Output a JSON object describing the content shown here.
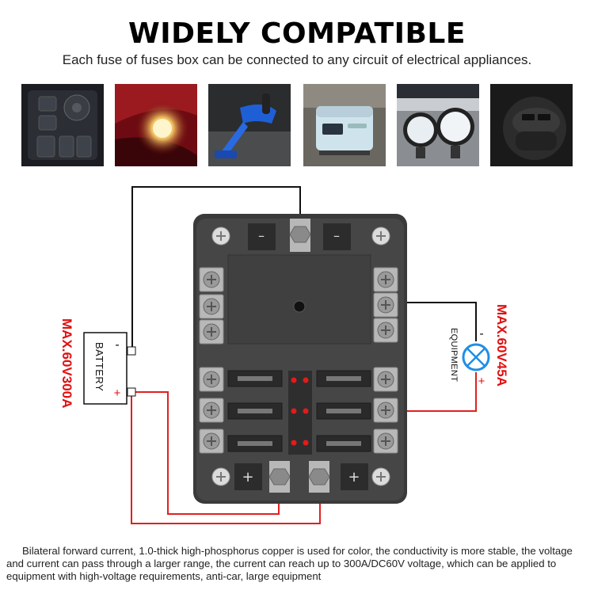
{
  "header": {
    "title": "WIDELY COMPATIBLE",
    "subtitle": "Each fuse of fuses box can be connected to any circuit of electrical appliances."
  },
  "thumbnails": [
    {
      "icon": "dashboard-switch-icon"
    },
    {
      "icon": "headlight-icon"
    },
    {
      "icon": "car-vacuum-icon"
    },
    {
      "icon": "car-fridge-icon"
    },
    {
      "icon": "led-spotlight-icon"
    },
    {
      "icon": "usb-charger-icon"
    }
  ],
  "diagram": {
    "battery": {
      "label": "BATTERY",
      "minus": "-",
      "plus": "+",
      "rating": "MAX.60V300A"
    },
    "equipment": {
      "label": "EQUIPMENT",
      "minus": "-",
      "plus": "+",
      "rating": "MAX.60V45A"
    },
    "colors": {
      "negative_wire": "#111111",
      "positive_wire": "#e02020",
      "rating_text": "#e01010",
      "lamp": "#1e8ee8",
      "box": "#3d3d3d"
    }
  },
  "footer": {
    "text": "Bilateral forward current, 1.0-thick high-phosphorus copper is used for color, the conductivity is more stable, the voltage and current can pass through a larger range, the current can reach up to 300A/DC60V voltage, which can be applied to equipment with high-voltage requirements, anti-car, large equipment"
  }
}
